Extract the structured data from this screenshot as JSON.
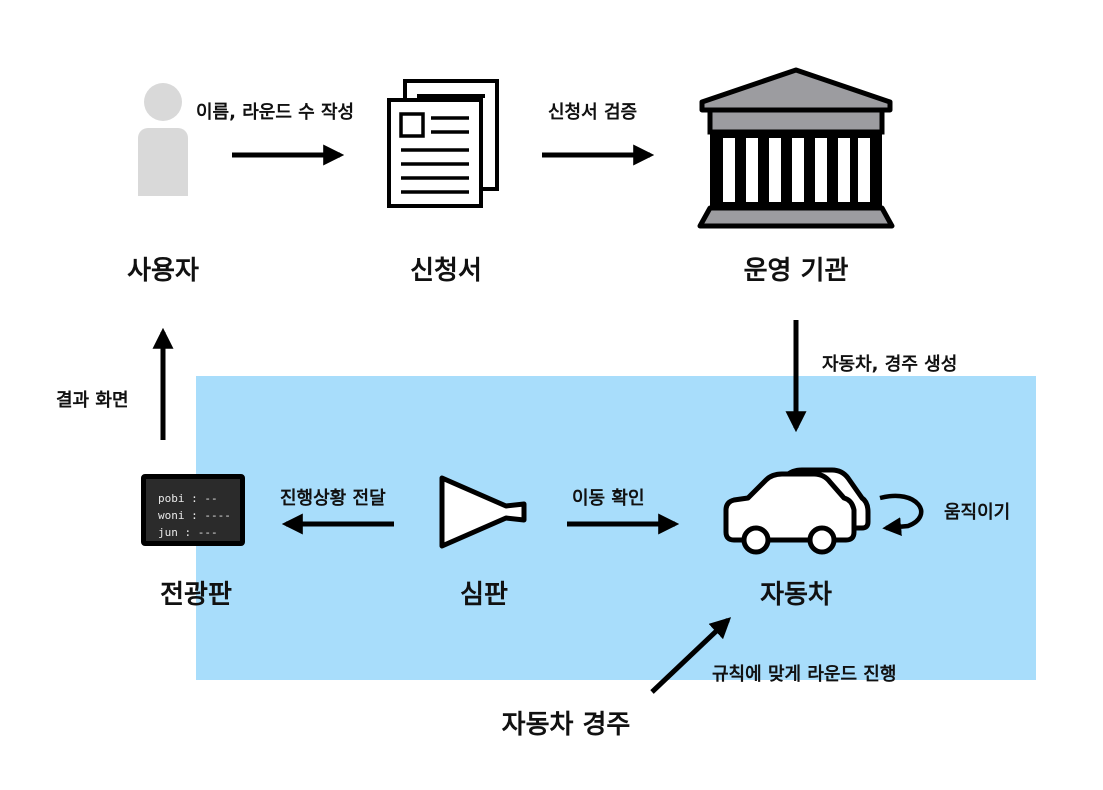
{
  "nodes": {
    "user": "사용자",
    "application": "신청서",
    "agency": "운영 기관",
    "scoreboard": "전광판",
    "judge": "심판",
    "car": "자동차",
    "race": "자동차 경주"
  },
  "edges": {
    "user_to_application": "이름, 라운드 수 작성",
    "application_to_agency": "신청서 검증",
    "agency_to_car": "자동차, 경주 생성",
    "scoreboard_to_user": "결과 화면",
    "judge_to_scoreboard": "진행상황 전달",
    "judge_to_car": "이동 확인",
    "car_self": "움직이기",
    "race_to_car": "규칙에 맞게 라운드 진행"
  },
  "scoreboard_lines": [
    "pobi : --",
    "woni : ----",
    "jun : ---"
  ],
  "colors": {
    "zone": "#a8ddfb",
    "person": "#d9d9d9",
    "building": "#9c9ca0",
    "ink": "#000000"
  },
  "icons": {
    "user": "person-icon",
    "application": "document-icon",
    "agency": "government-building-icon",
    "scoreboard": "monitor-icon",
    "judge": "megaphone-icon",
    "car": "cars-icon"
  }
}
